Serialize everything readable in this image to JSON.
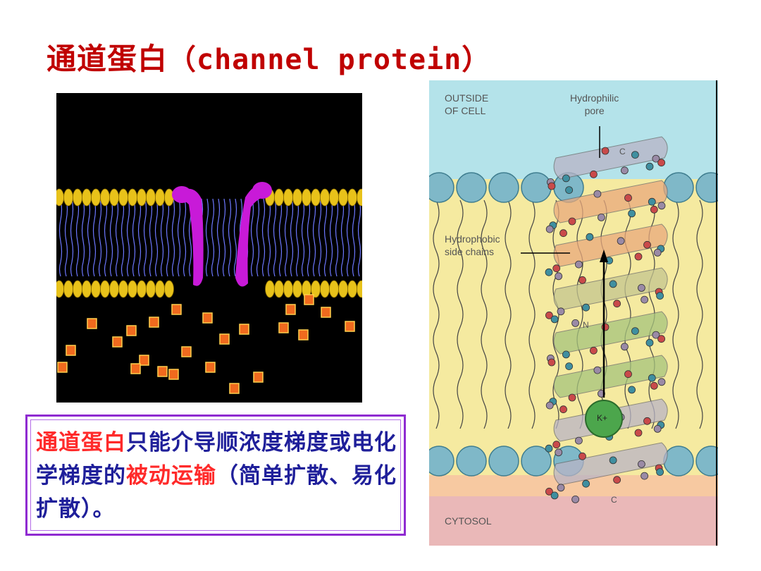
{
  "title": {
    "cn": "通道蛋白",
    "en": "（channel protein）"
  },
  "caption": {
    "red1": "通道蛋白",
    "blue1": "只能介导顺浓度梯度或电化学梯度的",
    "red2": "被动运输",
    "blue2": "（简单扩散、易化扩散）。"
  },
  "helix": {
    "outside_label": "OUTSIDE\nOF CELL",
    "pore_label": "Hydrophilic\npore",
    "side_chains_label": "Hydrophobic\nside chains",
    "cytosol_label": "CYTOSOL",
    "ion_label": "K+",
    "c_label": "C",
    "n_label": "N"
  },
  "colors": {
    "title": "#c00000",
    "caption_blue": "#1f1f9a",
    "caption_red": "#ff2a2a",
    "box_border": "#8f2bd1",
    "outside_bg": "#b4e3ea",
    "membrane_bg": "#f5eaa0",
    "cytosol_bg": "#eab8b8"
  }
}
